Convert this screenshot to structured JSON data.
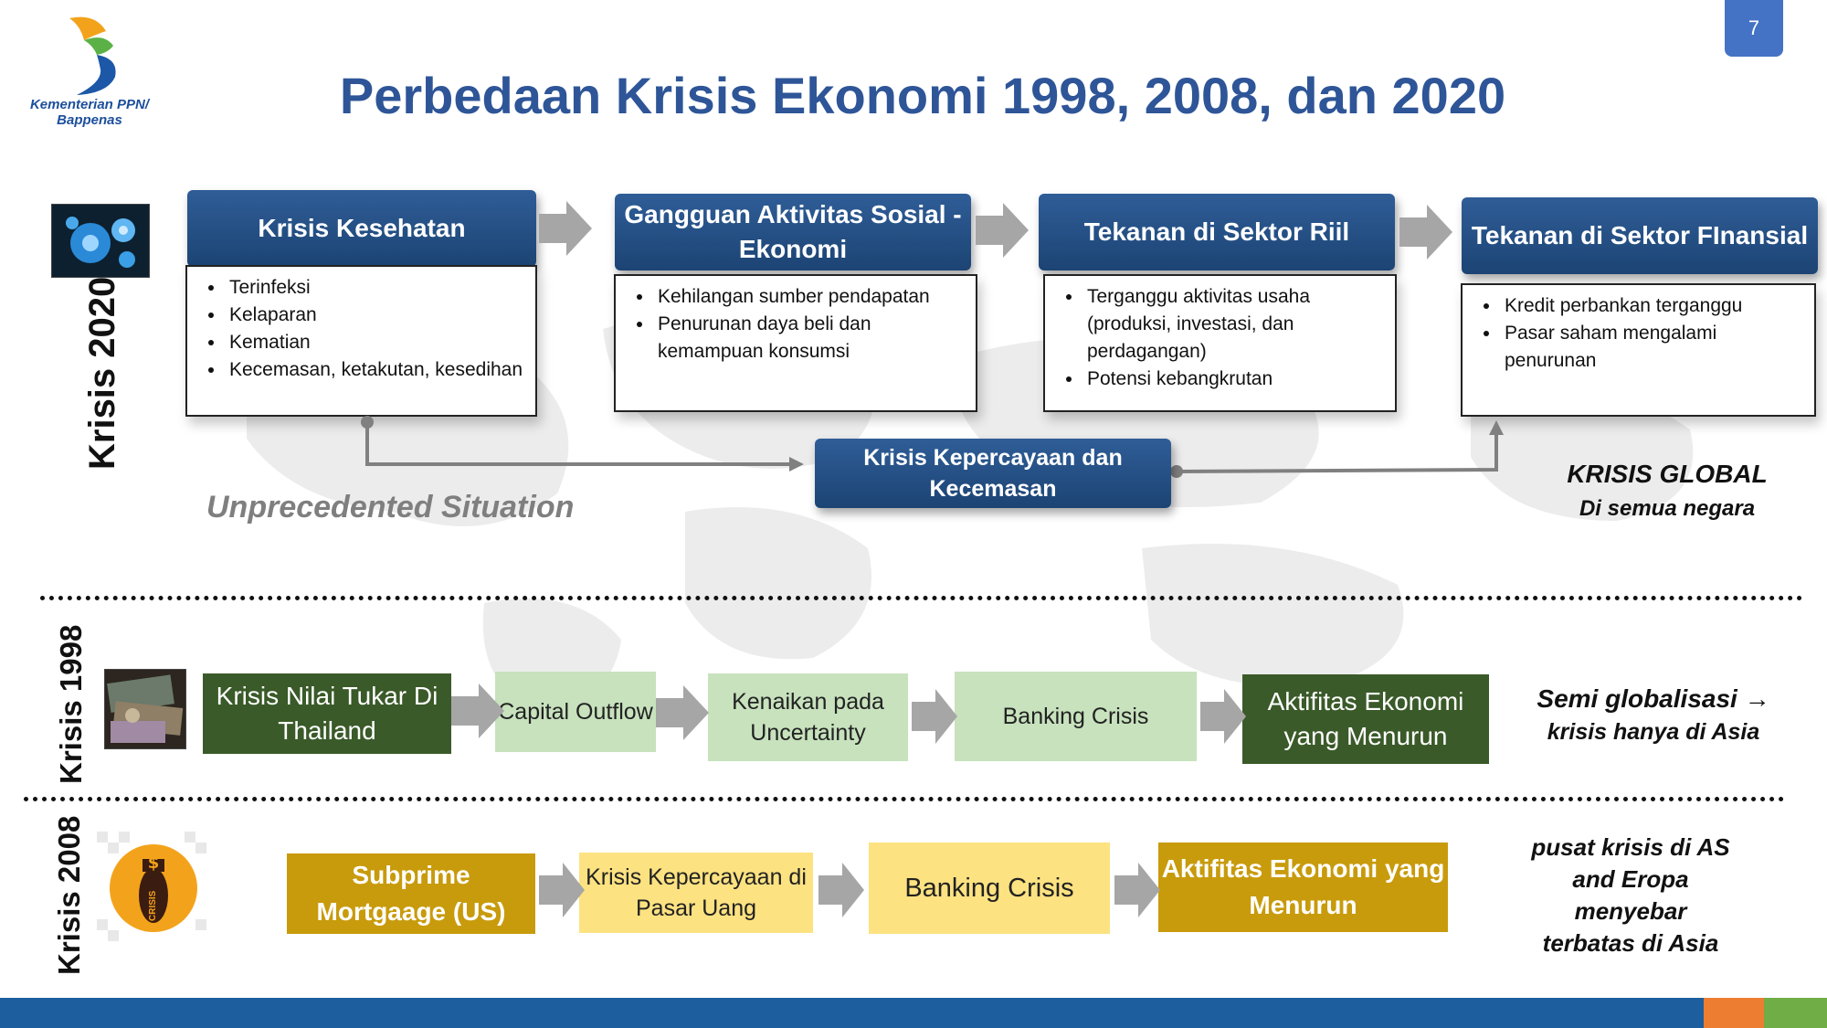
{
  "header": {
    "org_name_line1": "Kementerian PPN/",
    "org_name_line2": "Bappenas",
    "title": "Perbedaan Krisis Ekonomi 1998, 2008, dan 2020",
    "page_number": "7"
  },
  "krisis2020": {
    "label": "Krisis 2020",
    "stages": [
      {
        "header": "Krisis Kesehatan",
        "items": [
          "Terinfeksi",
          "Kelaparan",
          "Kematian",
          "Kecemasan, ketakutan, kesedihan"
        ]
      },
      {
        "header": "Gangguan Aktivitas Sosial - Ekonomi",
        "items": [
          "Kehilangan sumber pendapatan",
          "Penurunan daya beli dan kemampuan konsumsi"
        ]
      },
      {
        "header": "Tekanan di Sektor Riil",
        "items": [
          "Terganggu aktivitas usaha (produksi, investasi, dan perdagangan)",
          "Potensi kebangkrutan"
        ]
      },
      {
        "header": "Tekanan di Sektor FInansial",
        "items": [
          "Kredit perbankan terganggu",
          "Pasar saham mengalami penurunan"
        ]
      }
    ],
    "center_box": "Krisis Kepercayaan dan Kecemasan",
    "note": "Unprecedented Situation",
    "scope_title": "KRISIS GLOBAL",
    "scope_sub": "Di semua negara"
  },
  "krisis1998": {
    "label": "Krisis 1998",
    "flow": [
      "Krisis Nilai Tukar Di Thailand",
      "Capital Outflow",
      "Kenaikan pada Uncertainty",
      "Banking Crisis",
      "Aktifitas Ekonomi yang Menurun"
    ],
    "scope_line1": "Semi globalisasi →",
    "scope_line2": "krisis hanya di Asia"
  },
  "krisis2008": {
    "label": "Krisis 2008",
    "icon_text": "CRISIS",
    "flow": [
      "Subprime Mortgaage (US)",
      "Krisis Kepercayaan di Pasar Uang",
      "Banking Crisis",
      "Aktifitas Ekonomi yang Menurun"
    ],
    "scope_lines": [
      "pusat krisis di AS",
      "and Eropa",
      "menyebar",
      "terbatas di Asia"
    ]
  },
  "colors": {
    "title_blue": "#2e5597",
    "header_navy": "#1f4e79",
    "dark_green": "#3a5a29",
    "light_green": "#c7e2bd",
    "gold": "#c89b0c",
    "light_yellow": "#fde281",
    "footer_blue": "#1c5e9e",
    "footer_orange": "#ed7d31",
    "footer_green": "#70ad47"
  }
}
